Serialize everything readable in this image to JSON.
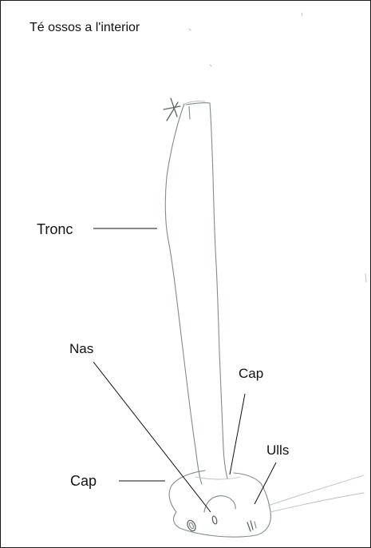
{
  "title": "Té ossos a l'interior",
  "labels": {
    "tronc": "Tronc",
    "nas": "Nas",
    "cap_right": "Cap",
    "ulls": "Ulls",
    "cap_left": "Cap"
  },
  "colors": {
    "pencil": "#7f8e83",
    "ink": "#111111",
    "background": "#ffffff"
  }
}
